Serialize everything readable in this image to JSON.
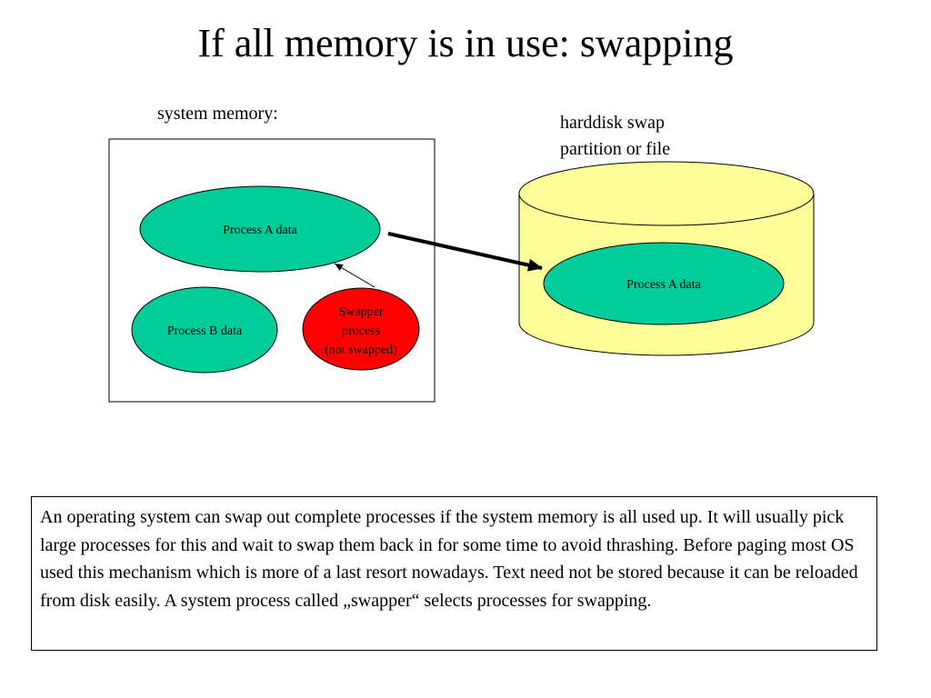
{
  "slide": {
    "title": "If all memory is in use: swapping"
  },
  "diagram": {
    "system_memory_label": "system memory:",
    "disk_label_line1": "harddisk swap",
    "disk_label_line2": "partition or file",
    "process_a_memory": "Process A data",
    "process_b_memory": "Process B data",
    "swapper_line1": "Swapper",
    "swapper_line2": "process",
    "swapper_line3": "(not swapped)",
    "process_a_disk": "Process A data",
    "colors": {
      "process_fill": "#00CC99",
      "swapper_fill": "#FF0000",
      "disk_fill": "#FFFF99"
    }
  },
  "description": {
    "text": "An operating system can swap out complete processes if the system memory is all used up. It will usually pick large processes for this and wait to swap them back in for some time to avoid thrashing. Before paging most OS used this mechanism which is more of a last resort nowadays. Text need not be stored because it can be reloaded from disk easily. A system process called „swapper“ selects processes for swapping."
  }
}
